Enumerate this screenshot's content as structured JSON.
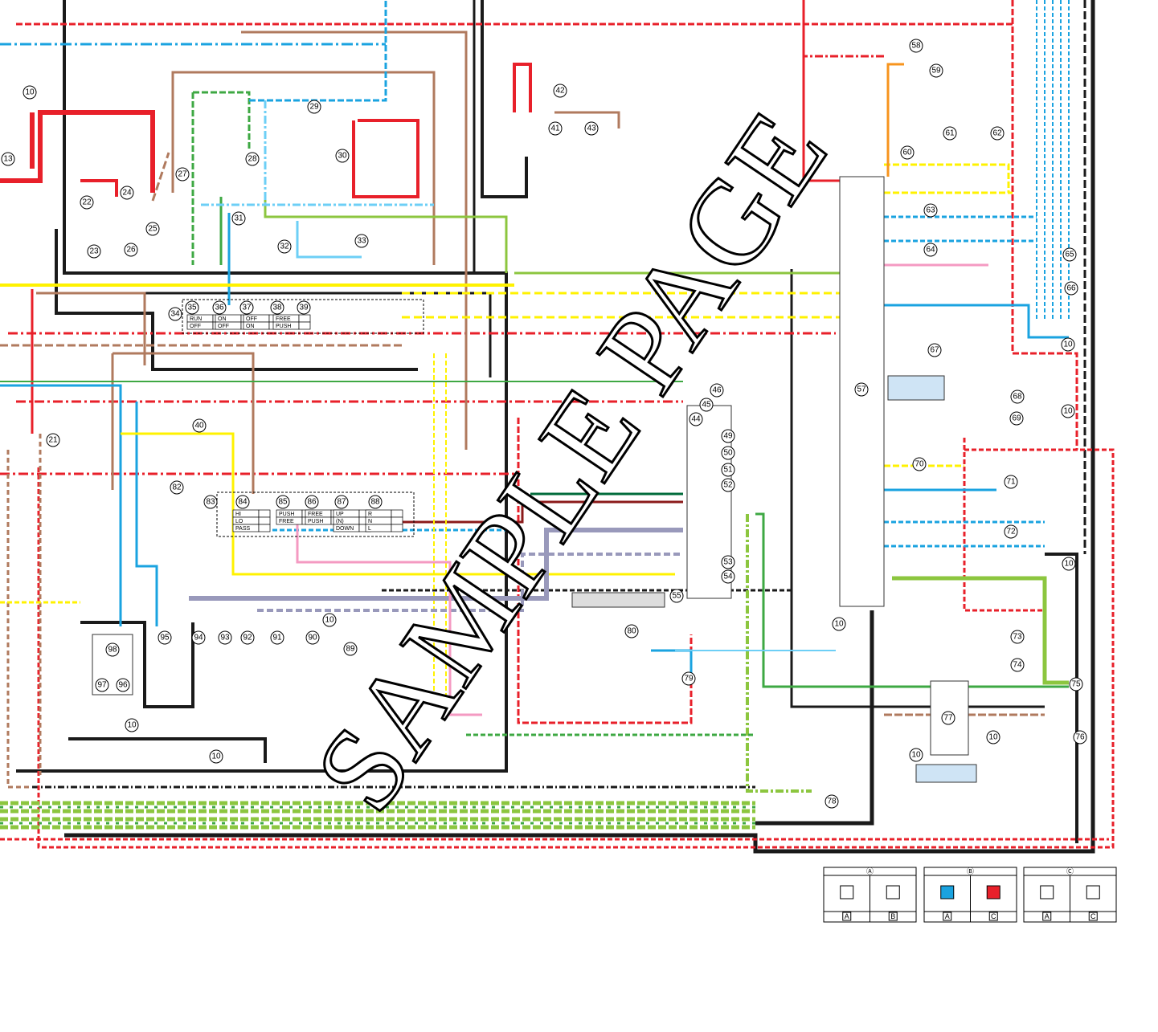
{
  "watermark": "SAMPLE PAGE",
  "colors": {
    "black": "#1a1a1a",
    "red": "#e8202a",
    "brown": "#b07a5e",
    "green": "#3ea843",
    "lightgreen": "#8cc63f",
    "blue": "#1aa3e0",
    "skyblue": "#6dcff6",
    "yellow": "#fff200",
    "orange": "#f7941d",
    "gray": "#9999bb",
    "pink": "#f49ac2",
    "darkgreen": "#006b3a",
    "darkred": "#8b1a1a"
  },
  "components": [
    "10",
    "13",
    "22",
    "24",
    "25",
    "26",
    "23",
    "27",
    "28",
    "29",
    "30",
    "31",
    "32",
    "33",
    "34",
    "35",
    "36",
    "37",
    "38",
    "39",
    "40",
    "41",
    "42",
    "43",
    "44",
    "45",
    "46",
    "49",
    "50",
    "51",
    "52",
    "53",
    "54",
    "55",
    "57",
    "58",
    "59",
    "60",
    "61",
    "62",
    "63",
    "64",
    "65",
    "66",
    "67",
    "68",
    "69",
    "70",
    "71",
    "72",
    "73",
    "74",
    "75",
    "76",
    "77",
    "78",
    "79",
    "80",
    "82",
    "83",
    "84",
    "85",
    "86",
    "87",
    "88",
    "89",
    "90",
    "91",
    "92",
    "93",
    "94",
    "95",
    "96",
    "97",
    "98",
    "21",
    "10",
    "10",
    "10",
    "10",
    "10",
    "10",
    "10",
    "10",
    "10"
  ],
  "switches_top": [
    {
      "rows": [
        "RUN",
        "OFF"
      ]
    },
    {
      "rows": [
        "ON",
        "OFF"
      ]
    },
    {
      "rows": [
        "OFF",
        "ON"
      ]
    },
    {
      "rows": [
        "FREE",
        "PUSH"
      ]
    }
  ],
  "switches_bottom": [
    {
      "rows": [
        "HI",
        "LO",
        "PASS"
      ]
    },
    {
      "rows": [
        "PUSH",
        "FREE"
      ]
    },
    {
      "rows": [
        "FREE",
        "PUSH"
      ]
    },
    {
      "rows": [
        "UP",
        "(N)",
        "DOWN"
      ]
    },
    {
      "rows": [
        "R",
        "N",
        "L"
      ]
    }
  ],
  "legend": [
    {
      "title": "Ⓐ",
      "cols": [
        "A",
        "B"
      ]
    },
    {
      "title": "Ⓑ",
      "cols": [
        "A",
        "C"
      ]
    },
    {
      "title": "Ⓒ",
      "cols": [
        "A",
        "C"
      ]
    }
  ]
}
